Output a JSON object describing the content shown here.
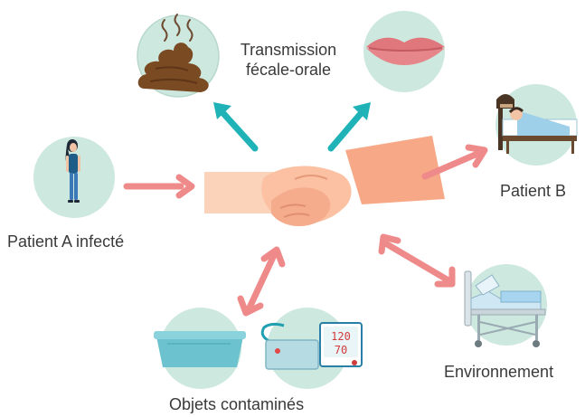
{
  "labels": {
    "transmission_line1": "Transmission",
    "transmission_line2": "fécale-orale",
    "patient_a": "Patient A infecté",
    "patient_b": "Patient B",
    "environnement": "Environnement",
    "objets": "Objets contaminés"
  },
  "monitor": {
    "reading_top": "120",
    "reading_bottom": "70"
  },
  "colors": {
    "circle_fill": "#cde8de",
    "teal_arrow": "#1fb3b8",
    "pink_arrow": "#ef8a8a",
    "text": "#3a3a3a"
  },
  "icons": [
    "poop-icon",
    "lips-icon",
    "woman-icon",
    "patient-bed-icon",
    "handshake-icon",
    "basin-icon",
    "blood-pressure-monitor-icon",
    "hospital-bed-icon"
  ]
}
